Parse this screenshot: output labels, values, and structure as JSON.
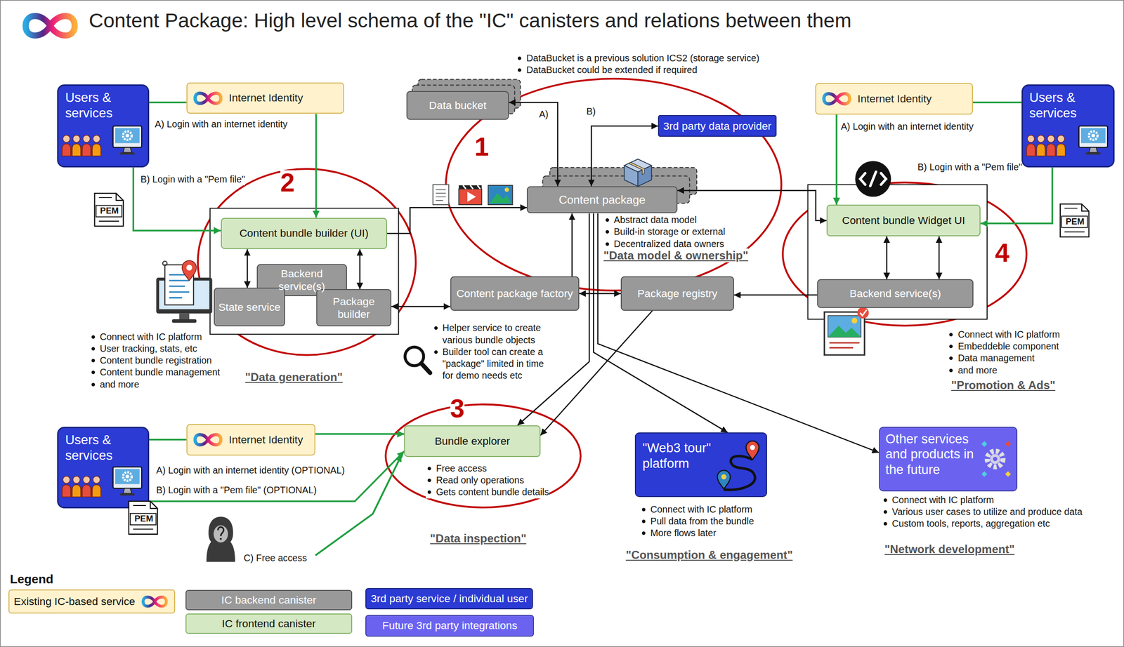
{
  "diagram": {
    "title": "Content Package: High level schema of the \"IC\" canisters and relations between them",
    "nodes": [
      {
        "text": [
          "Users & services"
        ]
      },
      {
        "text": [
          "Internet Identity"
        ]
      },
      {
        "text": [
          "Data bucket"
        ]
      },
      {
        "text": [
          "Internet Identity"
        ]
      },
      {
        "text": [
          "Users & services"
        ]
      },
      {
        "text": [
          "3rd party data provider"
        ]
      },
      {
        "text": [
          "Content package"
        ]
      },
      {
        "text": [
          "Content bundle builder (UI)"
        ]
      },
      {
        "text": [
          "Content bundle Widget UI"
        ]
      },
      {
        "text": [
          "Backend service(s)"
        ]
      },
      {
        "text": [
          "State service"
        ]
      },
      {
        "text": [
          "Package builder"
        ]
      },
      {
        "text": [
          "Content package factory"
        ]
      },
      {
        "text": [
          "Package registry"
        ]
      },
      {
        "text": [
          "Backend service(s)"
        ]
      },
      {
        "text": [
          "Users & services"
        ]
      },
      {
        "text": [
          "Internet Identity"
        ]
      },
      {
        "text": [
          "Bundle explorer"
        ]
      },
      {
        "text": [
          "\"Web3 tour\" platform"
        ]
      },
      {
        "text": [
          "Other services and products in the future"
        ]
      }
    ],
    "edges": [
      {
        "from": 0,
        "to": 1,
        "arrow": "none"
      },
      {
        "from": 1,
        "to": 7,
        "arrow": "to",
        "label": "A) Login with an internet identity"
      },
      {
        "from": 0,
        "to": 7,
        "arrow": "to",
        "label": "B) Login with a \"Pem file\""
      },
      {
        "from": 3,
        "to": 4,
        "arrow": "none"
      },
      {
        "from": 3,
        "to": 8,
        "arrow": "to",
        "label": "A) Login with an internet identity"
      },
      {
        "from": 4,
        "to": 8,
        "arrow": "to",
        "label": "B) Login with a \"Pem file\""
      },
      {
        "from": 2,
        "to": 6,
        "arrow": "both",
        "label": "A)"
      },
      {
        "from": 6,
        "to": 5,
        "arrow": "both",
        "label": "B)"
      },
      {
        "from": 7,
        "to": 6,
        "arrow": "to"
      },
      {
        "from": 6,
        "to": 8,
        "arrow": "both"
      },
      {
        "from": 7,
        "to": 10,
        "arrow": "both"
      },
      {
        "from": 7,
        "to": 11,
        "arrow": "both"
      },
      {
        "from": 11,
        "to": 12,
        "arrow": "both"
      },
      {
        "from": 12,
        "to": 13,
        "arrow": "both"
      },
      {
        "from": 14,
        "to": 13,
        "arrow": "to"
      },
      {
        "from": 8,
        "to": 14,
        "arrow": "both"
      },
      {
        "from": 8,
        "to": 14,
        "arrow": "both"
      },
      {
        "from": 12,
        "to": 6,
        "arrow": "to"
      },
      {
        "from": 6,
        "to": 17,
        "arrow": "to"
      },
      {
        "from": 6,
        "to": 18,
        "arrow": "to"
      },
      {
        "from": 6,
        "to": 19,
        "arrow": "to"
      },
      {
        "from": 13,
        "to": 17,
        "arrow": "to"
      },
      {
        "from": 15,
        "to": 16,
        "arrow": "none"
      },
      {
        "from": 16,
        "to": 17,
        "arrow": "to",
        "label": "A) Login with an internet identity (OPTIONAL)"
      },
      {
        "from": 15,
        "to": 17,
        "arrow": "to",
        "label": "B) Login with a \"Pem file\" (OPTIONAL)"
      }
    ],
    "labels": [
      "DataBucket is a previous solution ICS2 (storage service)",
      "DataBucket could be extended if required",
      "1",
      "2",
      "Abstract data model",
      "Build-in storage or external",
      "Decentralized data owners",
      "\"Data model & ownership\"",
      "4",
      "Connect with IC platform",
      "User tracking, stats, etc",
      "Content bundle registration",
      "Content bundle management",
      "and more",
      "Helper service to create various bundle objects",
      "Builder tool can create a \"package\" limited in time for demo needs etc",
      "Connect with IC platform",
      "Embeddeble component",
      "Data management",
      "and more",
      "\"Data generation\"",
      "\"Promotion & Ads\"",
      "3",
      "Free access",
      "Read only operations",
      "Gets content bundle details",
      "Connect with IC platform",
      "Pull data from the bundle",
      "More flows later",
      "Connect with IC platform",
      "Various user cases to utilize and produce data",
      "Custom tools, reports, aggregation etc",
      "\"Data inspection\"",
      "C) Free access",
      "\"Consumption & engagement\"",
      "\"Network development\"",
      "PEM",
      "PEM",
      "PEM",
      "Legend"
    ],
    "legend": [
      {
        "text": "Existing IC-based service",
        "color": "#fff2cc"
      },
      {
        "text": "IC backend canister",
        "color": "#999999"
      },
      {
        "text": "IC frontend canister",
        "color": "#d5e8c4"
      },
      {
        "text": "3rd party service / individual user",
        "color": "#2b3bd4"
      },
      {
        "text": "Future 3rd party integrations",
        "color": "#6b63f0"
      }
    ]
  }
}
